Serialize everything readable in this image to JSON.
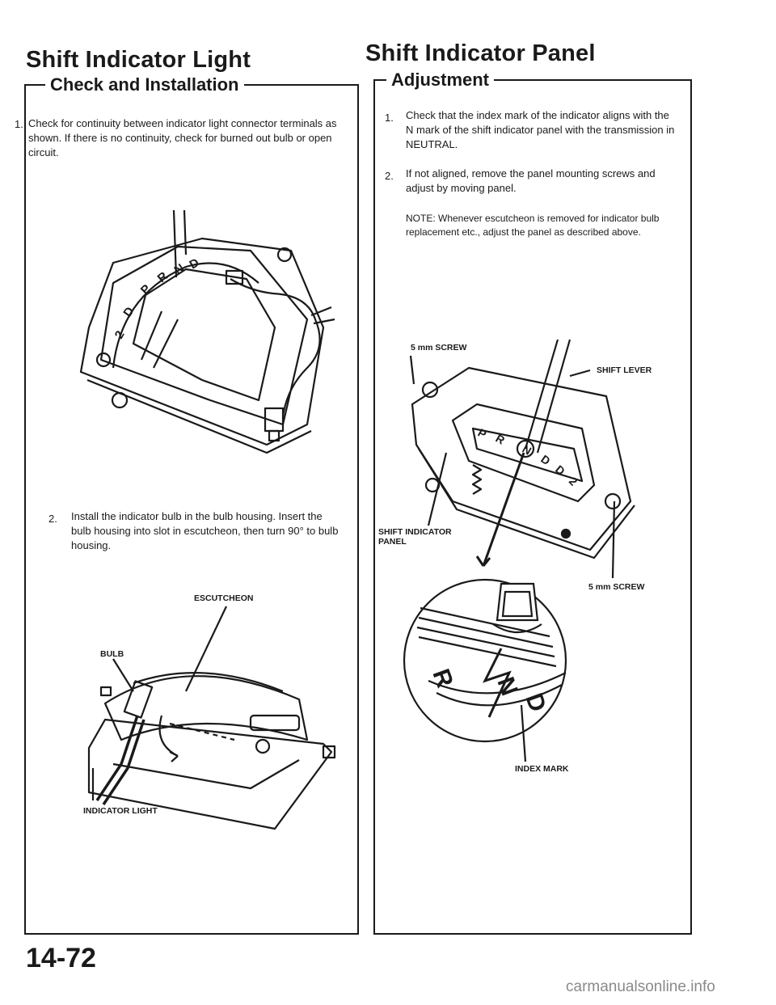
{
  "left": {
    "title": "Shift Indicator Light",
    "subtitle": "Check and Installation",
    "step1_num": "1.",
    "step1_text": "Check for continuity between indicator light connector terminals as shown. If there is no continuity, check for burned out bulb or open circuit.",
    "step2_num": "2.",
    "step2_text": "Install the indicator bulb in the bulb housing. Insert the bulb housing into slot in escutcheon, then turn 90° to bulb housing.",
    "fig1_shift_letters": [
      "2",
      "D",
      "P",
      "R",
      "N",
      "D"
    ],
    "fig2_labels": {
      "escutcheon": "ESCUTCHEON",
      "bulb": "BULB",
      "indicator_light": "INDICATOR LIGHT"
    }
  },
  "right": {
    "title": "Shift Indicator Panel",
    "subtitle": "Adjustment",
    "step1_num": "1.",
    "step1_text": "Check that the index mark of the indicator aligns with the N mark of the shift indicator panel with the transmission in NEUTRAL.",
    "step2_num": "2.",
    "step2_text": "If not aligned, remove the panel mounting screws and adjust by moving panel.",
    "note": "NOTE: Whenever escutcheon is removed for indicator bulb replacement etc., adjust the panel as described above.",
    "fig_labels": {
      "screw_top": "5 mm SCREW",
      "shift_lever": "SHIFT LEVER",
      "shift_indicator_panel": "SHIFT INDICATOR PANEL",
      "screw_right": "5 mm SCREW",
      "index_mark": "INDEX MARK"
    },
    "panel_letters": [
      "P",
      "R",
      "N",
      "D",
      "D",
      "2"
    ],
    "detail_letters": [
      "R",
      "N",
      "D"
    ]
  },
  "page_number": "14-72",
  "watermark": "carmanualsonline.info"
}
